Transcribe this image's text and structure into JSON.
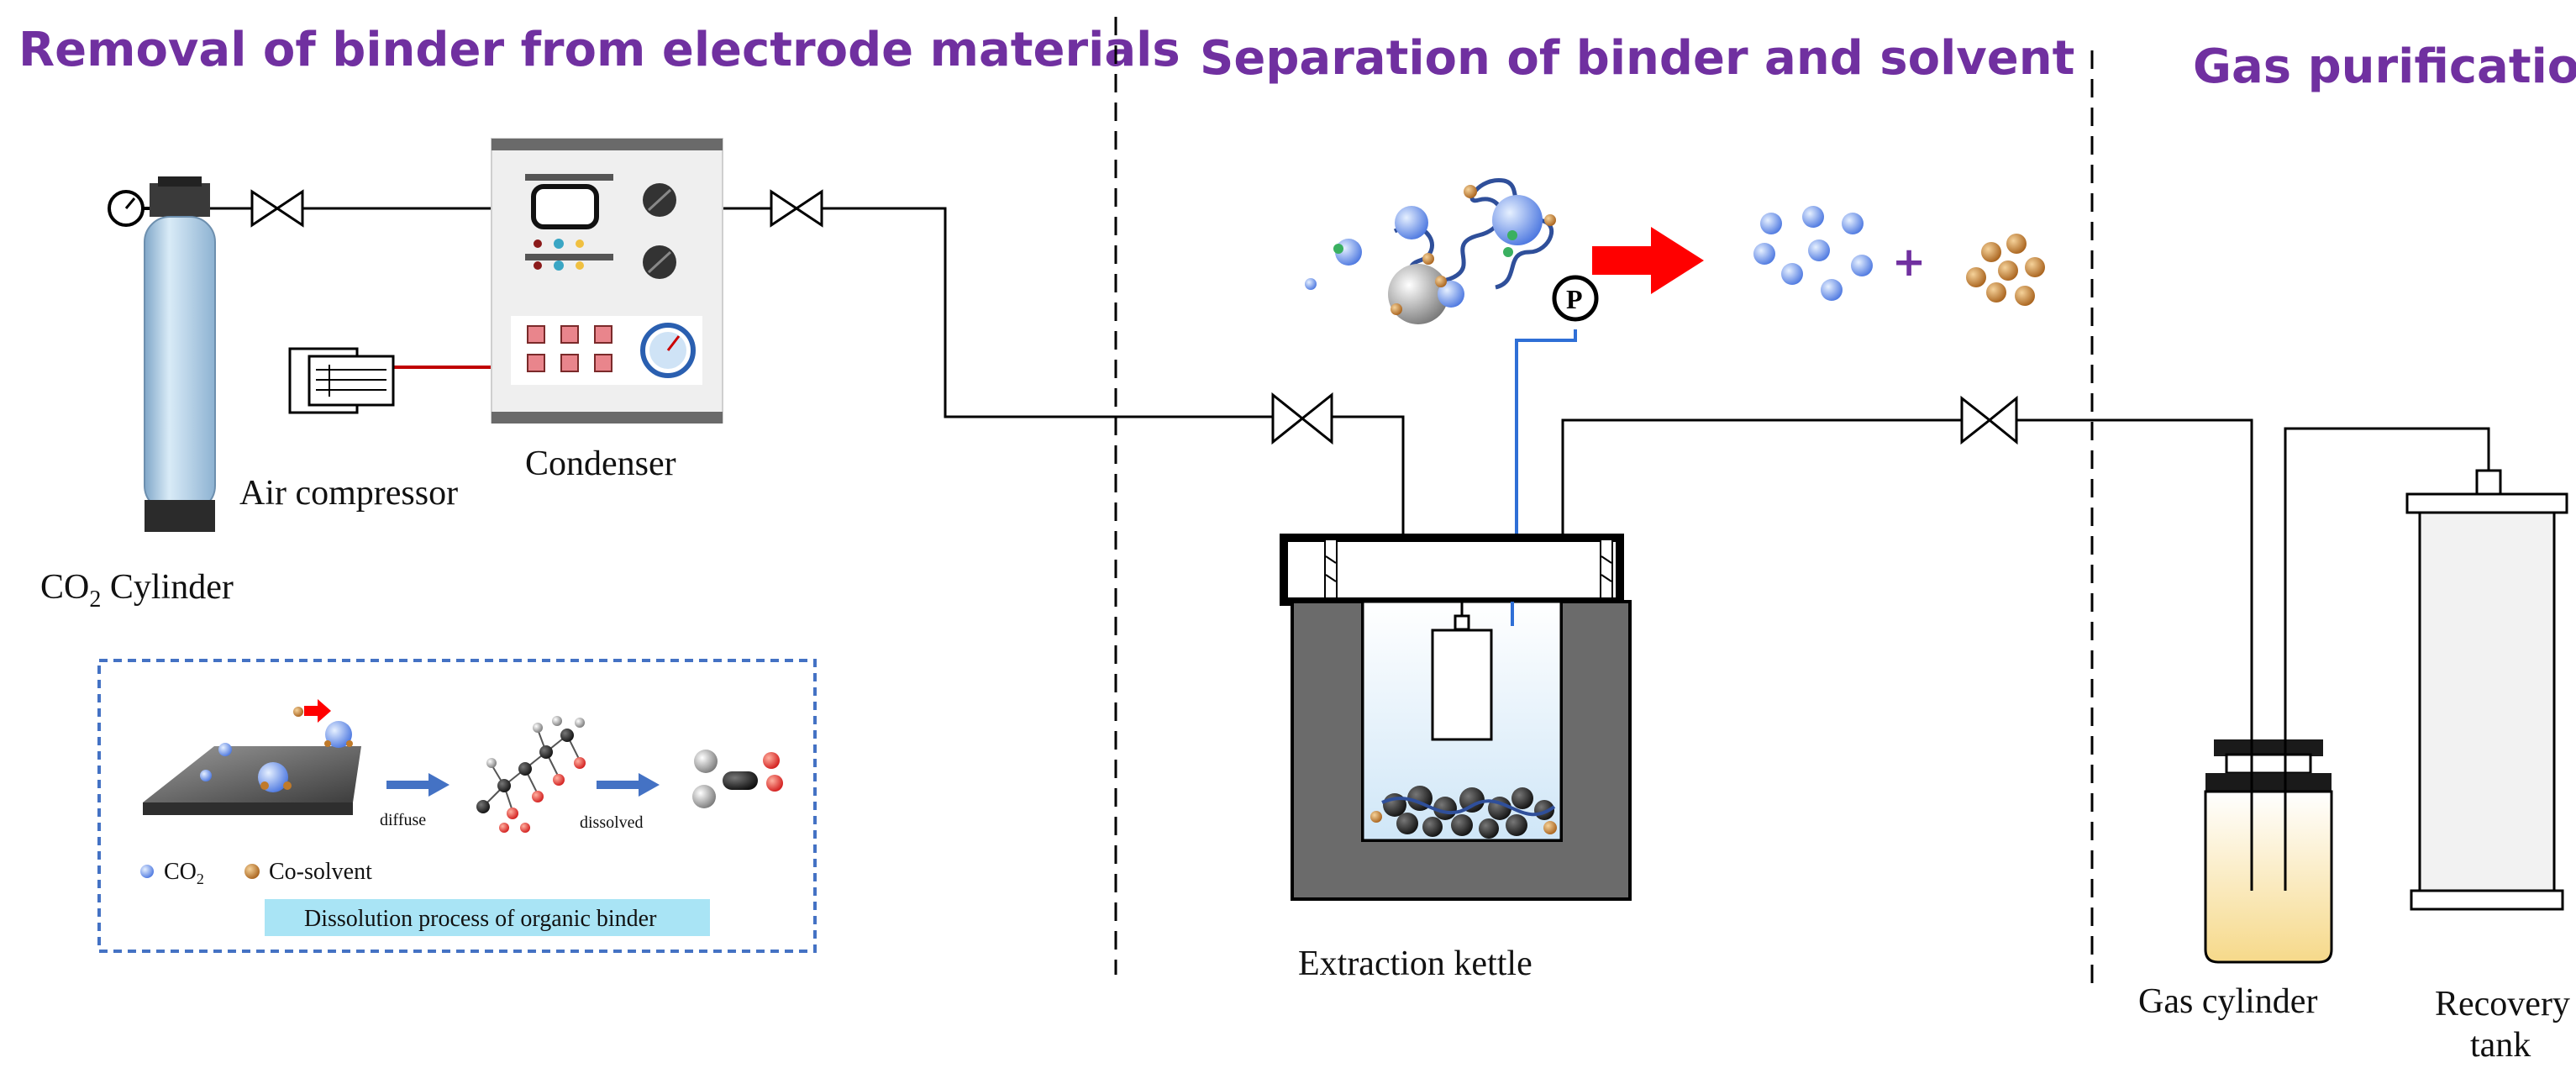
{
  "sections": {
    "removal": "Removal of binder from electrode materials",
    "separation": "Separation of binder and solvent",
    "purification": "Gas purification"
  },
  "labels": {
    "co2_prefix": "CO",
    "co2_sub": "2",
    "co2_suffix": " Cylinder",
    "air_compressor": "Air compressor",
    "condenser": "Condenser",
    "extraction_kettle": "Extraction kettle",
    "gas_cylinder": "Gas cylinder",
    "recovery_line1": "Recovery",
    "recovery_line2": "tank",
    "pressure_gauge": "P",
    "plus": "+"
  },
  "inset": {
    "step1": "diffuse",
    "step2": "dissolved",
    "legend_co2_prefix": "CO",
    "legend_co2_sub": "2",
    "legend_cosolvent": "Co-solvent",
    "caption": "Dissolution process of organic binder"
  },
  "colors": {
    "heading": "#7030a0",
    "arrow_red": "#ff0000",
    "arrow_blue": "#4472c4",
    "inset_border": "#4472c4",
    "caption_bg": "#a9e4f5",
    "kettle_dark": "#6b6b6b",
    "co2_blue": "#6a8ee8",
    "cosolvent_orange": "#c07a2a",
    "cylinder_blue": "#a8c8e4",
    "pipe_blue": "#2f6fd6"
  },
  "icons": [
    "pressure-gauge-icon",
    "valve-icon",
    "molecule-icon",
    "red-arrow-icon"
  ]
}
